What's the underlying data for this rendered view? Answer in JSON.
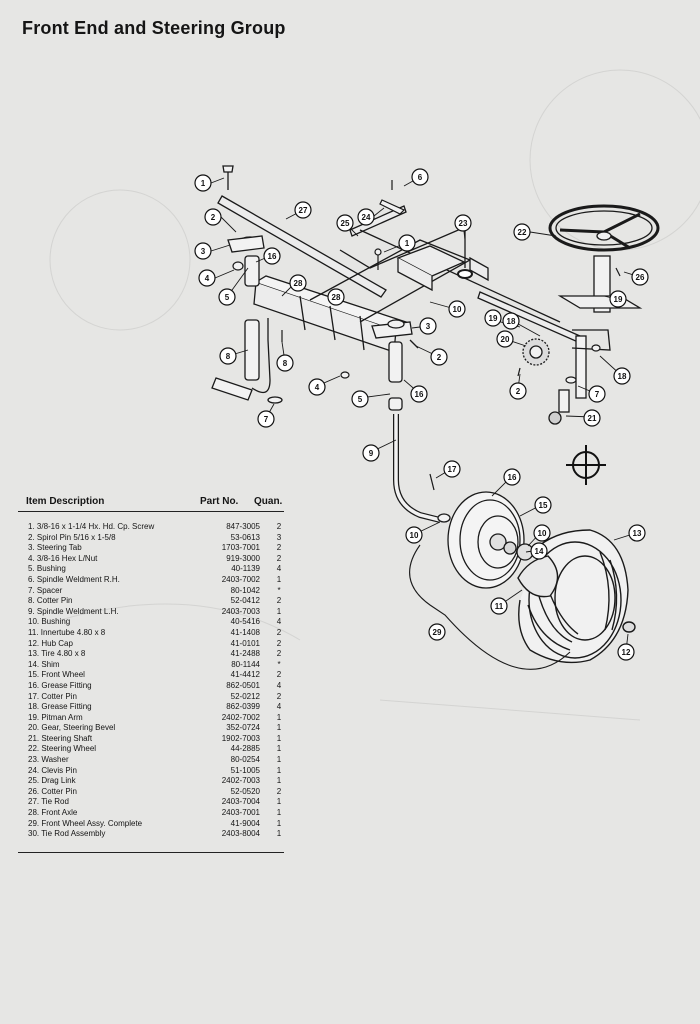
{
  "page": {
    "title": "Front End and Steering Group"
  },
  "table": {
    "headers": {
      "description": "Item Description",
      "part_no": "Part No.",
      "quantity": "Quan."
    },
    "rows": [
      {
        "desc": "1.   3/8-16 x 1-1/4 Hx. Hd. Cp. Screw",
        "part": "847-3005",
        "qty": "2"
      },
      {
        "desc": "2.   Spirol Pin 5/16 x 1-5/8",
        "part": "53-0613",
        "qty": "3"
      },
      {
        "desc": "3.   Steering Tab",
        "part": "1703-7001",
        "qty": "2"
      },
      {
        "desc": "4.   3/8-16 Hex L/Nut",
        "part": "919-3000",
        "qty": "2"
      },
      {
        "desc": "5.   Bushing",
        "part": "40-1139",
        "qty": "4"
      },
      {
        "desc": "6.   Spindle Weldment R.H.",
        "part": "2403-7002",
        "qty": "1"
      },
      {
        "desc": "7.   Spacer",
        "part": "80-1042",
        "qty": "*"
      },
      {
        "desc": "8.   Cotter Pin",
        "part": "52-0412",
        "qty": "2"
      },
      {
        "desc": "9.   Spindle Weldment L.H.",
        "part": "2403-7003",
        "qty": "1"
      },
      {
        "desc": "10.  Bushing",
        "part": "40-5416",
        "qty": "4"
      },
      {
        "desc": "11.  Innertube 4.80 x 8",
        "part": "41-1408",
        "qty": "2"
      },
      {
        "desc": "12.  Hub Cap",
        "part": "41-0101",
        "qty": "2"
      },
      {
        "desc": "13.  Tire 4.80 x 8",
        "part": "41-2488",
        "qty": "2"
      },
      {
        "desc": "14.  Shim",
        "part": "80-1144",
        "qty": "*"
      },
      {
        "desc": "15.  Front Wheel",
        "part": "41-4412",
        "qty": "2"
      },
      {
        "desc": "16.  Grease Fitting",
        "part": "862-0501",
        "qty": "4"
      },
      {
        "desc": "17.  Cotter Pin",
        "part": "52-0212",
        "qty": "2"
      },
      {
        "desc": "18.  Grease Fitting",
        "part": "862-0399",
        "qty": "4"
      },
      {
        "desc": "19.  Pitman Arm",
        "part": "2402-7002",
        "qty": "1"
      },
      {
        "desc": "20.  Gear, Steering Bevel",
        "part": "352-0724",
        "qty": "1"
      },
      {
        "desc": "21.  Steering Shaft",
        "part": "1902-7003",
        "qty": "1"
      },
      {
        "desc": "22.  Steering Wheel",
        "part": "44-2885",
        "qty": "1"
      },
      {
        "desc": "23.  Washer",
        "part": "80-0254",
        "qty": "1"
      },
      {
        "desc": "24.  Clevis Pin",
        "part": "51-1005",
        "qty": "1"
      },
      {
        "desc": "25.  Drag Link",
        "part": "2402-7003",
        "qty": "1"
      },
      {
        "desc": "26.  Cotter Pin",
        "part": "52-0520",
        "qty": "2"
      },
      {
        "desc": "27.  Tie Rod",
        "part": "2403-7004",
        "qty": "1"
      },
      {
        "desc": "28.  Front Axle",
        "part": "2403-7001",
        "qty": "1"
      },
      {
        "desc": "29.  Front Wheel Assy. Complete",
        "part": "41-9004",
        "qty": "1"
      },
      {
        "desc": "30.  Tie Rod Assembly",
        "part": "2403-8004",
        "qty": "1"
      }
    ]
  },
  "callouts": [
    {
      "n": "1"
    },
    {
      "n": "2"
    },
    {
      "n": "3"
    },
    {
      "n": "4"
    },
    {
      "n": "5"
    },
    {
      "n": "8"
    },
    {
      "n": "16"
    },
    {
      "n": "28"
    },
    {
      "n": "27"
    },
    {
      "n": "25"
    },
    {
      "n": "24"
    },
    {
      "n": "6"
    },
    {
      "n": "1"
    },
    {
      "n": "23"
    },
    {
      "n": "22"
    },
    {
      "n": "26"
    },
    {
      "n": "19"
    },
    {
      "n": "19"
    },
    {
      "n": "18"
    },
    {
      "n": "18"
    },
    {
      "n": "10"
    },
    {
      "n": "28"
    },
    {
      "n": "3"
    },
    {
      "n": "2"
    },
    {
      "n": "20"
    },
    {
      "n": "2"
    },
    {
      "n": "7"
    },
    {
      "n": "21"
    },
    {
      "n": "16"
    },
    {
      "n": "5"
    },
    {
      "n": "4"
    },
    {
      "n": "8"
    },
    {
      "n": "7"
    },
    {
      "n": "9"
    },
    {
      "n": "17"
    },
    {
      "n": "16"
    },
    {
      "n": "15"
    },
    {
      "n": "10"
    },
    {
      "n": "14"
    },
    {
      "n": "10"
    },
    {
      "n": "13"
    },
    {
      "n": "11"
    },
    {
      "n": "12"
    },
    {
      "n": "29"
    }
  ]
}
